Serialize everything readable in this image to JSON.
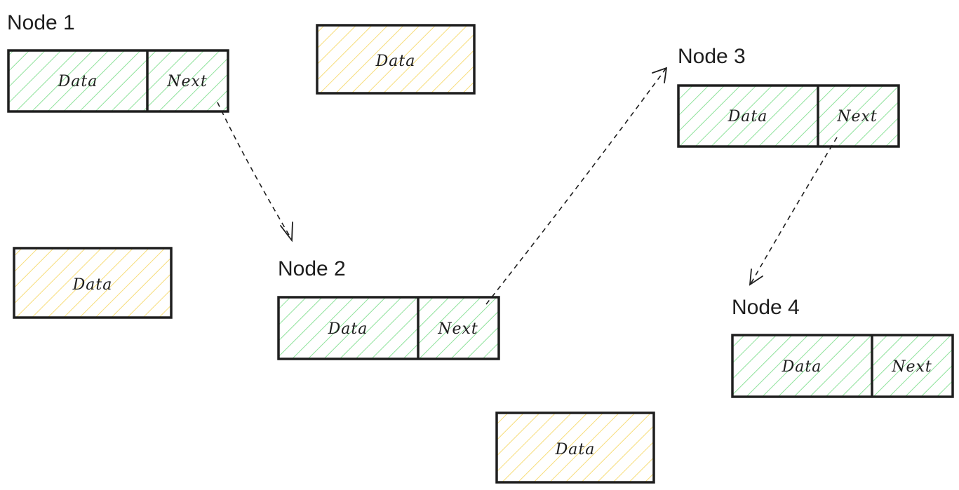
{
  "colors": {
    "green_hatch": "#8ee29b",
    "yellow_hatch": "#f7dd7a",
    "stroke": "#1e1e1e"
  },
  "nodes": [
    {
      "label": "Node 1",
      "data": "Data",
      "next": "Next"
    },
    {
      "label": "Node 2",
      "data": "Data",
      "next": "Next"
    },
    {
      "label": "Node 3",
      "data": "Data",
      "next": "Next"
    },
    {
      "label": "Node 4",
      "data": "Data",
      "next": "Next"
    }
  ],
  "free_blocks": [
    {
      "data": "Data"
    },
    {
      "data": "Data"
    },
    {
      "data": "Data"
    }
  ]
}
